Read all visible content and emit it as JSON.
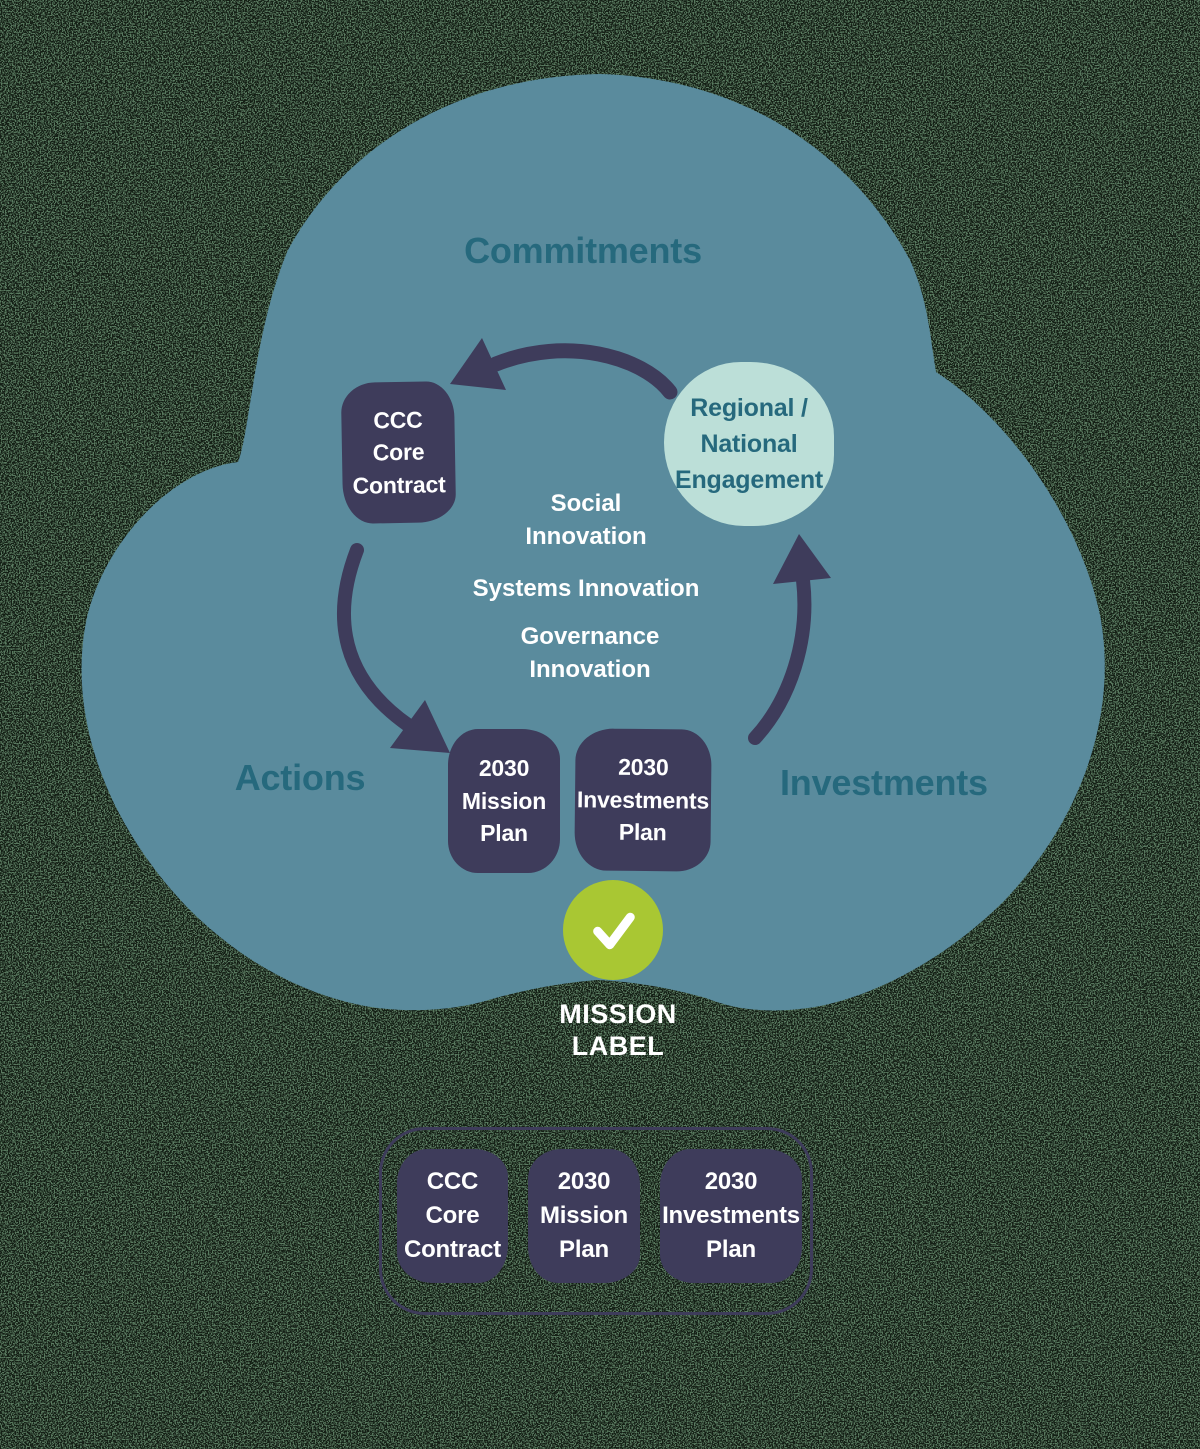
{
  "diagram": {
    "outer_labels": {
      "top": "Commitments",
      "bottom_left": "Actions",
      "bottom_right": "Investments"
    },
    "nodes": {
      "ccc_core_contract": {
        "line1": "CCC",
        "line2": "Core",
        "line3": "Contract"
      },
      "regional_national_engagement": {
        "line1": "Regional /",
        "line2": "National",
        "line3": "Engagement"
      },
      "mission_plan_2030": {
        "line1": "2030",
        "line2": "Mission",
        "line3": "Plan"
      },
      "investments_plan_2030": {
        "line1": "2030",
        "line2": "Investments",
        "line3": "Plan"
      }
    },
    "center_text": {
      "social": {
        "line1": "Social",
        "line2": "Innovation"
      },
      "systems": {
        "line1": "Systems Innovation"
      },
      "governance": {
        "line1": "Governance",
        "line2": "Innovation"
      }
    },
    "mission_label": {
      "line1": "MISSION",
      "line2": "LABEL"
    },
    "icons": {
      "checkmark": "check-icon"
    },
    "legend": {
      "ccc_core_contract": {
        "line1": "CCC",
        "line2": "Core",
        "line3": "Contract"
      },
      "mission_plan_2030": {
        "line1": "2030",
        "line2": "Mission",
        "line3": "Plan"
      },
      "investments_plan_2030": {
        "line1": "2030",
        "line2": "Investments",
        "line3": "Plan"
      }
    },
    "colors": {
      "cloud_teal": "#5A8B9D",
      "outer_label_teal": "#26697D",
      "node_navy": "#3E3C5B",
      "engagement_mint": "#BCDFD8",
      "check_green": "#A9C733",
      "text_white": "#FFFFFF",
      "background_green": "#57765C"
    }
  }
}
